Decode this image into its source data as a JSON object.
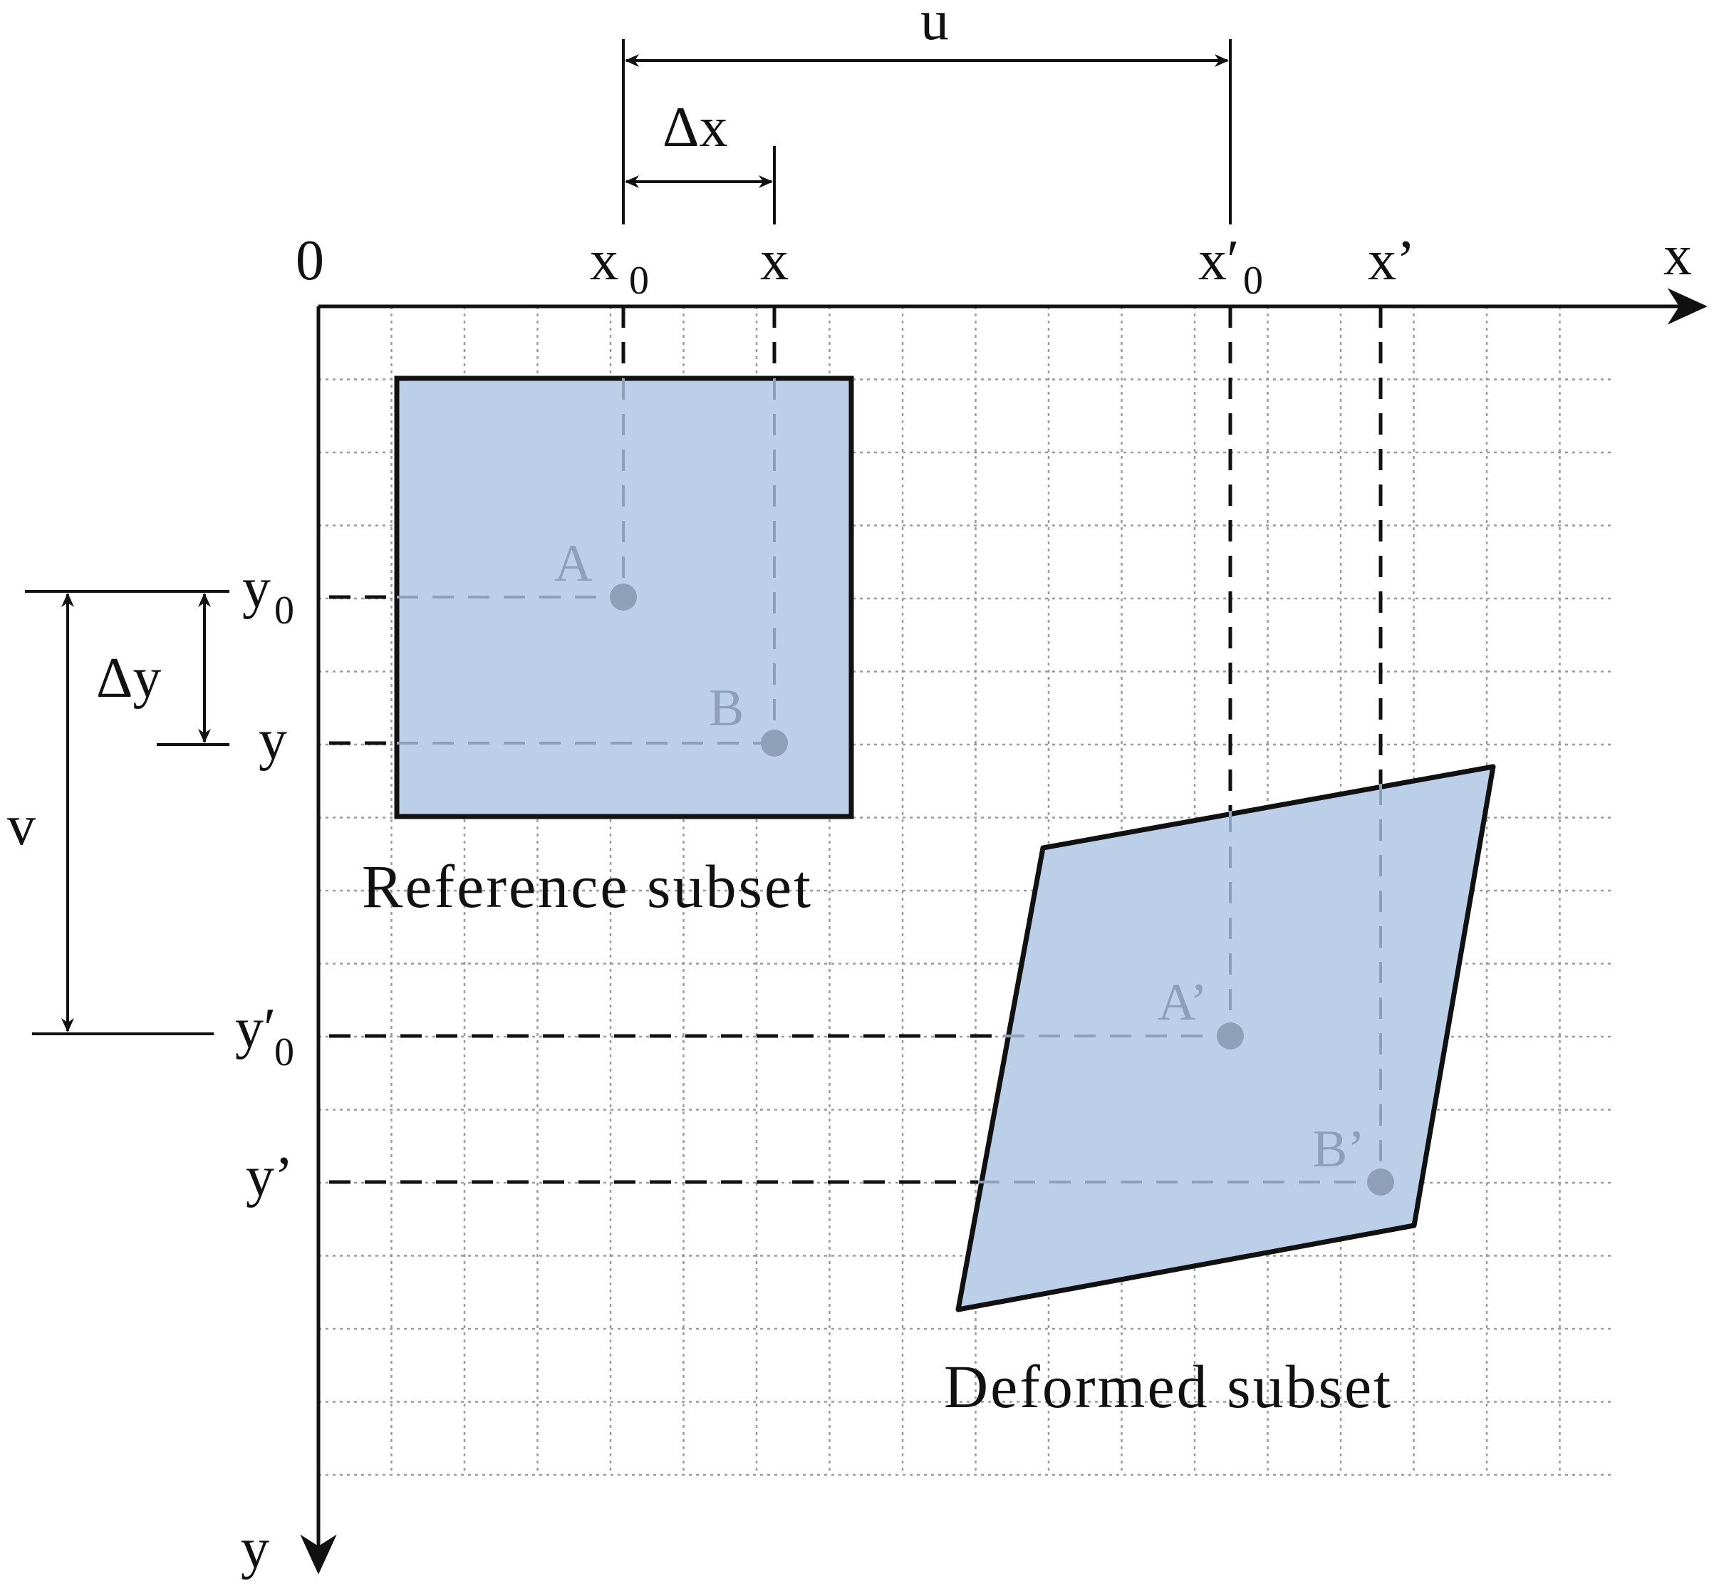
{
  "axes": {
    "origin_label": "0",
    "x_label": "x",
    "y_label": "y"
  },
  "top_labels": {
    "x0": "x",
    "x0_sub": "0",
    "x": "x",
    "x0p": "x′",
    "x0p_sub": "0",
    "xp": "x’"
  },
  "side_labels": {
    "y0": "y",
    "y0_sub": "0",
    "y": "y",
    "y0p": "y′",
    "y0p_sub": "0",
    "yp": "y’"
  },
  "dimensions": {
    "u": "u",
    "v": "v",
    "dx": "Δx",
    "dy": "Δy"
  },
  "points": {
    "A": "A",
    "B": "B",
    "Ap": "A’",
    "Bp": "B’"
  },
  "captions": {
    "reference": "Reference subset",
    "deformed": "Deformed subset"
  },
  "colors": {
    "subset_fill": "#bccfe9",
    "point_color": "#8e9fb8",
    "line_color": "#111111",
    "grid_color": "#9a9a9a"
  }
}
